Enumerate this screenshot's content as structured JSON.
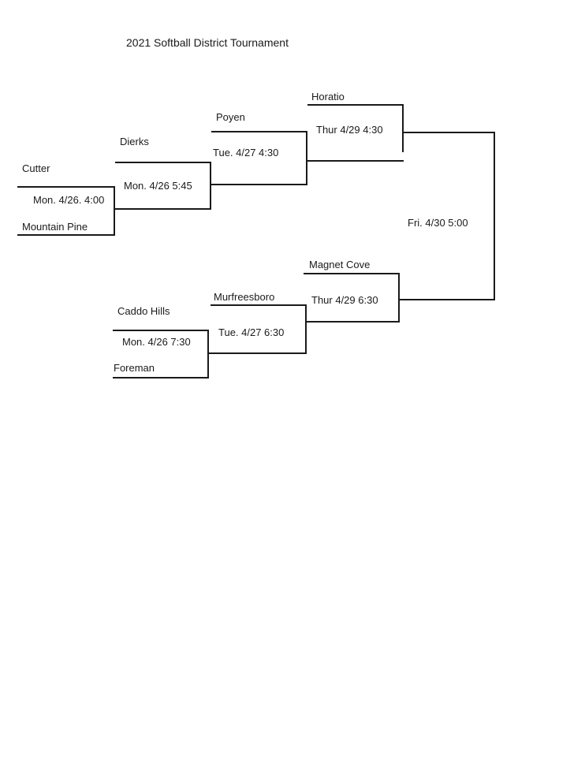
{
  "title": "2021 Softball District Tournament",
  "teams": {
    "cutter": "Cutter",
    "mountain_pine": "Mountain Pine",
    "dierks": "Dierks",
    "poyen": "Poyen",
    "horatio": "Horatio",
    "magnet_cove": "Magnet Cove",
    "murfreesboro": "Murfreesboro",
    "caddo_hills": "Caddo Hills",
    "foreman": "Foreman"
  },
  "games": {
    "g1": "Mon. 4/26. 4:00",
    "g2": "Mon. 4/26 5:45",
    "g3": "Tue. 4/27 4:30",
    "g4": "Thur 4/29 4:30",
    "g5": "Mon. 4/26 7:30",
    "g6": "Tue. 4/27 6:30",
    "g7": "Thur 4/29 6:30",
    "final": "Fri. 4/30 5:00"
  }
}
